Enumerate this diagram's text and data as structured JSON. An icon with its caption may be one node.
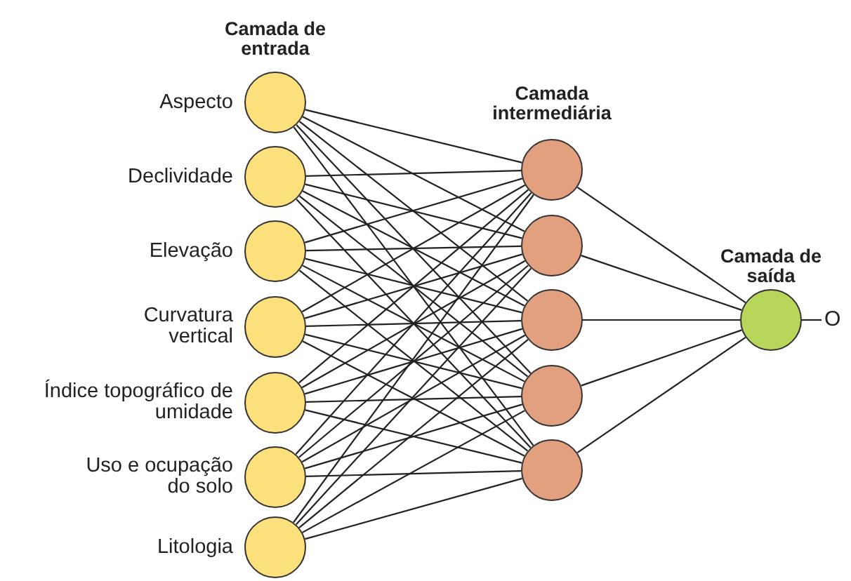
{
  "diagram": {
    "nodes": [
      {
        "text": [],
        "shape": "circle",
        "beside": [
          "Aspecto"
        ]
      },
      {
        "text": [],
        "shape": "circle",
        "beside": [
          "Declividade"
        ]
      },
      {
        "text": [],
        "shape": "circle",
        "beside": [
          "Elevação"
        ]
      },
      {
        "text": [],
        "shape": "circle",
        "beside": [
          "Curvatura vertical"
        ]
      },
      {
        "text": [],
        "shape": "circle",
        "beside": [
          "Índice topográfico de umidade"
        ]
      },
      {
        "text": [],
        "shape": "circle",
        "beside": [
          "Uso e ocupação do solo"
        ]
      },
      {
        "text": [],
        "shape": "circle",
        "beside": [
          "Litologia"
        ]
      },
      {
        "text": [],
        "shape": "circle"
      },
      {
        "text": [],
        "shape": "circle"
      },
      {
        "text": [],
        "shape": "circle"
      },
      {
        "text": [],
        "shape": "circle"
      },
      {
        "text": [],
        "shape": "circle"
      },
      {
        "text": [],
        "shape": "circle"
      },
      {
        "text": [
          "O"
        ]
      }
    ],
    "edges": [
      {
        "from": 0,
        "to": 7,
        "arrow": "none"
      },
      {
        "from": 0,
        "to": 8,
        "arrow": "none"
      },
      {
        "from": 0,
        "to": 9,
        "arrow": "none"
      },
      {
        "from": 0,
        "to": 10,
        "arrow": "none"
      },
      {
        "from": 0,
        "to": 11,
        "arrow": "none"
      },
      {
        "from": 1,
        "to": 7,
        "arrow": "none"
      },
      {
        "from": 1,
        "to": 8,
        "arrow": "none"
      },
      {
        "from": 1,
        "to": 9,
        "arrow": "none"
      },
      {
        "from": 1,
        "to": 10,
        "arrow": "none"
      },
      {
        "from": 1,
        "to": 11,
        "arrow": "none"
      },
      {
        "from": 2,
        "to": 7,
        "arrow": "none"
      },
      {
        "from": 2,
        "to": 8,
        "arrow": "none"
      },
      {
        "from": 2,
        "to": 9,
        "arrow": "none"
      },
      {
        "from": 2,
        "to": 10,
        "arrow": "none"
      },
      {
        "from": 2,
        "to": 11,
        "arrow": "none"
      },
      {
        "from": 3,
        "to": 7,
        "arrow": "none"
      },
      {
        "from": 3,
        "to": 8,
        "arrow": "none"
      },
      {
        "from": 3,
        "to": 9,
        "arrow": "none"
      },
      {
        "from": 3,
        "to": 10,
        "arrow": "none"
      },
      {
        "from": 3,
        "to": 11,
        "arrow": "none"
      },
      {
        "from": 4,
        "to": 7,
        "arrow": "none"
      },
      {
        "from": 4,
        "to": 8,
        "arrow": "none"
      },
      {
        "from": 4,
        "to": 9,
        "arrow": "none"
      },
      {
        "from": 4,
        "to": 10,
        "arrow": "none"
      },
      {
        "from": 4,
        "to": 11,
        "arrow": "none"
      },
      {
        "from": 5,
        "to": 7,
        "arrow": "none"
      },
      {
        "from": 5,
        "to": 8,
        "arrow": "none"
      },
      {
        "from": 5,
        "to": 9,
        "arrow": "none"
      },
      {
        "from": 5,
        "to": 10,
        "arrow": "none"
      },
      {
        "from": 5,
        "to": 11,
        "arrow": "none"
      },
      {
        "from": 6,
        "to": 7,
        "arrow": "none"
      },
      {
        "from": 6,
        "to": 8,
        "arrow": "none"
      },
      {
        "from": 6,
        "to": 9,
        "arrow": "none"
      },
      {
        "from": 6,
        "to": 10,
        "arrow": "none"
      },
      {
        "from": 6,
        "to": 11,
        "arrow": "none"
      },
      {
        "from": 7,
        "to": 12,
        "arrow": "none"
      },
      {
        "from": 8,
        "to": 12,
        "arrow": "none"
      },
      {
        "from": 9,
        "to": 12,
        "arrow": "none"
      },
      {
        "from": 10,
        "to": 12,
        "arrow": "none"
      },
      {
        "from": 11,
        "to": 12,
        "arrow": "none"
      },
      {
        "from": 12,
        "to": 13,
        "arrow": "none"
      }
    ],
    "labels": [
      "Camada de entrada",
      "Camada intermediária",
      "Camada de saída"
    ]
  }
}
